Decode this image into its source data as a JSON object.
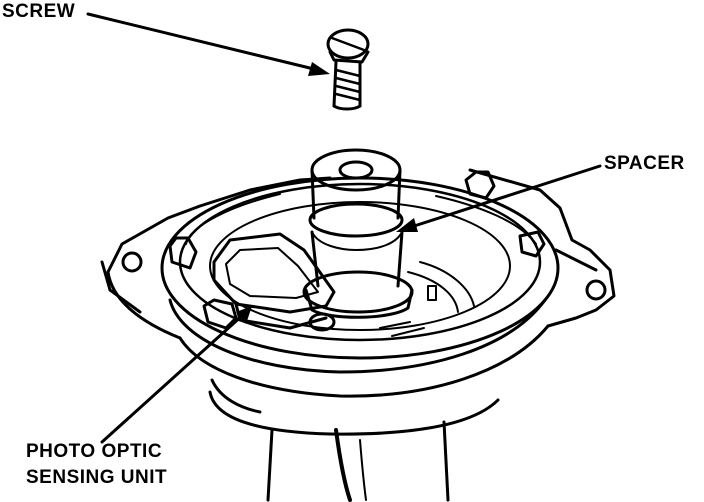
{
  "figure": {
    "labels": {
      "screw": "SCREW",
      "spacer": "SPACER",
      "photo_optic_line1": "PHOTO OPTIC",
      "photo_optic_line2": "SENSING UNIT"
    }
  },
  "colors": {
    "ink": "#000000",
    "paper": "#ffffff"
  }
}
